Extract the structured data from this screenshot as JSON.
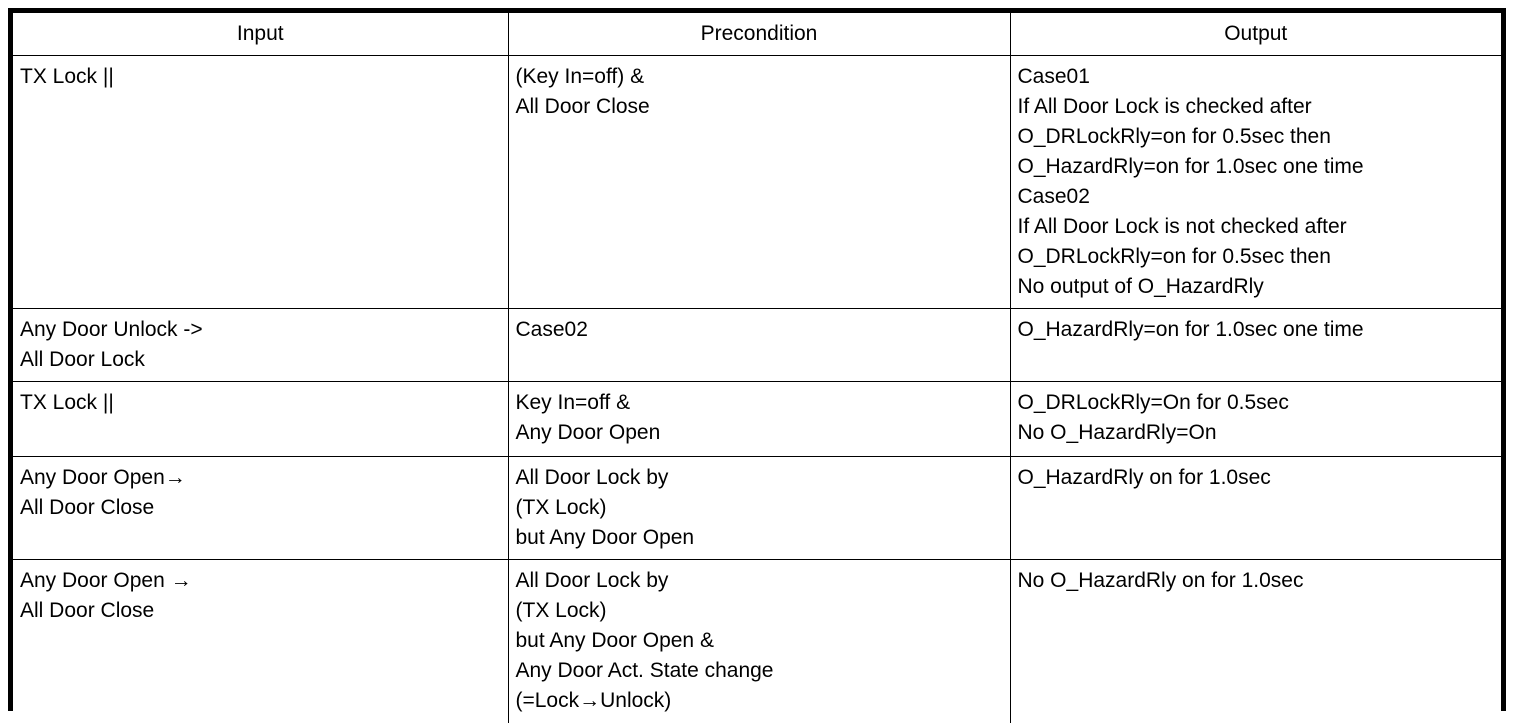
{
  "table": {
    "columns": [
      {
        "key": "input",
        "label": "Input"
      },
      {
        "key": "precondition",
        "label": "Precondition"
      },
      {
        "key": "output",
        "label": "Output"
      }
    ],
    "rows": [
      {
        "input": "TX Lock ||",
        "precondition": "(Key In=off) &\nAll Door Close",
        "output": "Case01\nIf All Door Lock is checked after\nO_DRLockRly=on for 0.5sec then\nO_HazardRly=on for 1.0sec one time\nCase02\nIf All Door Lock is not checked after\nO_DRLockRly=on for 0.5sec then\nNo output of O_HazardRly"
      },
      {
        "input": "Any Door Unlock ->\nAll Door Lock",
        "precondition": "Case02",
        "output": "O_HazardRly=on for 1.0sec one time"
      },
      {
        "input": "TX Lock ||",
        "precondition": "Key In=off &\nAny Door Open",
        "output": "O_DRLockRly=On for 0.5sec\nNo O_HazardRly=On"
      },
      {
        "input": "Any Door Open→\nAll Door Close",
        "precondition": "All Door Lock by\n(TX Lock)\nbut Any Door Open",
        "output": "O_HazardRly on for 1.0sec"
      },
      {
        "input": "Any Door Open →\nAll Door Close",
        "precondition": "All Door Lock by\n(TX Lock)\nbut Any Door Open &\nAny Door Act. State change\n(=Lock→Unlock)",
        "output": "No O_HazardRly on for 1.0sec"
      }
    ]
  },
  "style": {
    "border_color": "#000000",
    "text_color": "#000000",
    "background": "#ffffff"
  }
}
